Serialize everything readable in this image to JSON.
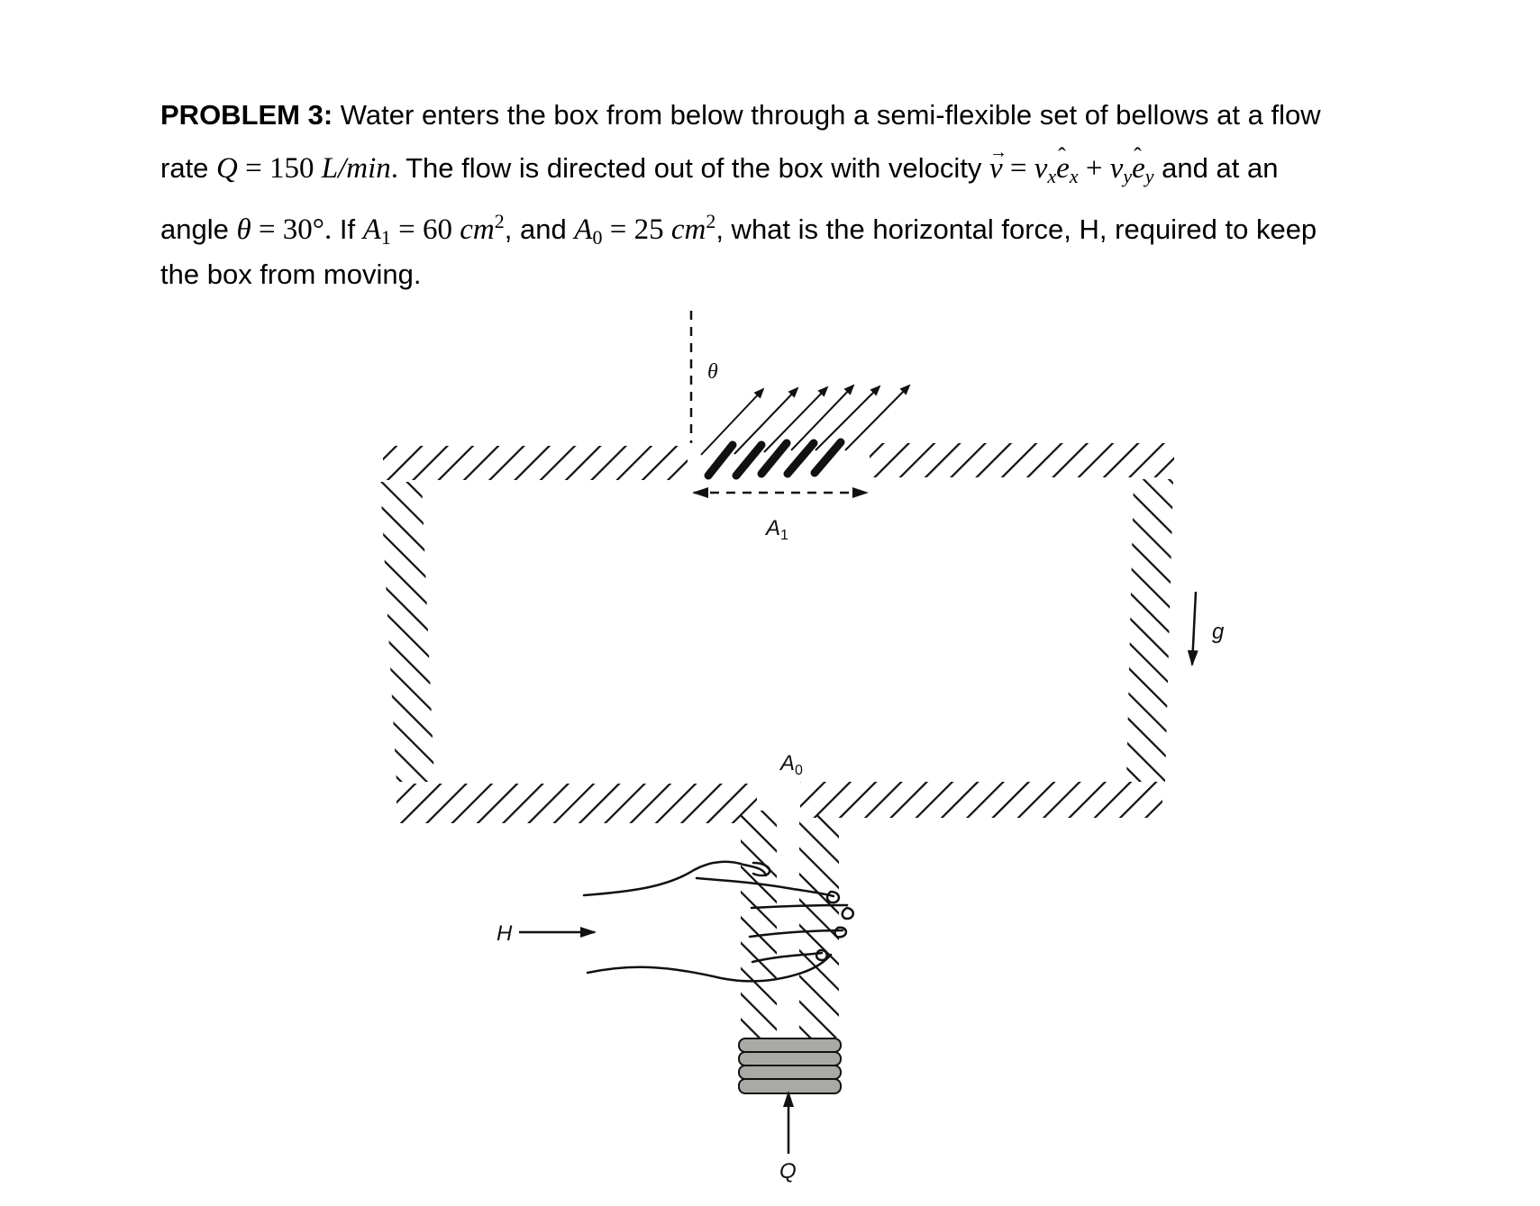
{
  "problem": {
    "heading": "PROBLEM 3:",
    "line1_text": " Water enters the box from below through a semi-flexible set of bellows at a flow",
    "line2": {
      "prefix": "rate ",
      "q_var": "Q",
      "q_eq": " = 150 ",
      "q_unit": "L/min",
      "q_end": ".",
      "mid_text": " The flow is directed out of the box with velocity ",
      "v_var": "v",
      "v_eq": " = ",
      "vx": "v",
      "vx_sub": "x",
      "ex": "e",
      "ex_sub": "x",
      "plus": " + ",
      "vy": "v",
      "vy_sub": "y",
      "ey": "e",
      "ey_sub": "y",
      "suffix": " and at an"
    },
    "line3": {
      "prefix": "angle ",
      "theta_var": "θ",
      "theta_eq": " = 30°.",
      "if_text": " If ",
      "a1_var": "A",
      "a1_sub": "1",
      "a1_eq": " = 60 ",
      "a1_unit": "cm",
      "a1_exp": "2",
      "and_text": ", and ",
      "a0_var": "A",
      "a0_sub": "0",
      "a0_eq": " = 25 ",
      "a0_unit": "cm",
      "a0_exp": "2",
      "suffix": ", what is the horizontal force, H, required to keep"
    },
    "line4_text": "the box from moving."
  },
  "figure": {
    "labels": {
      "theta": "θ",
      "a1_var": "A",
      "a1_sub": "1",
      "a0_var": "A",
      "a0_sub": "0",
      "g": "g",
      "h": "H",
      "q": "Q"
    },
    "colors": {
      "ink": "#111111",
      "bellows_fill": "#a9a9a5",
      "background": "#ffffff"
    },
    "outflow_arrow_count": 6,
    "bellows_segment_count": 4
  }
}
